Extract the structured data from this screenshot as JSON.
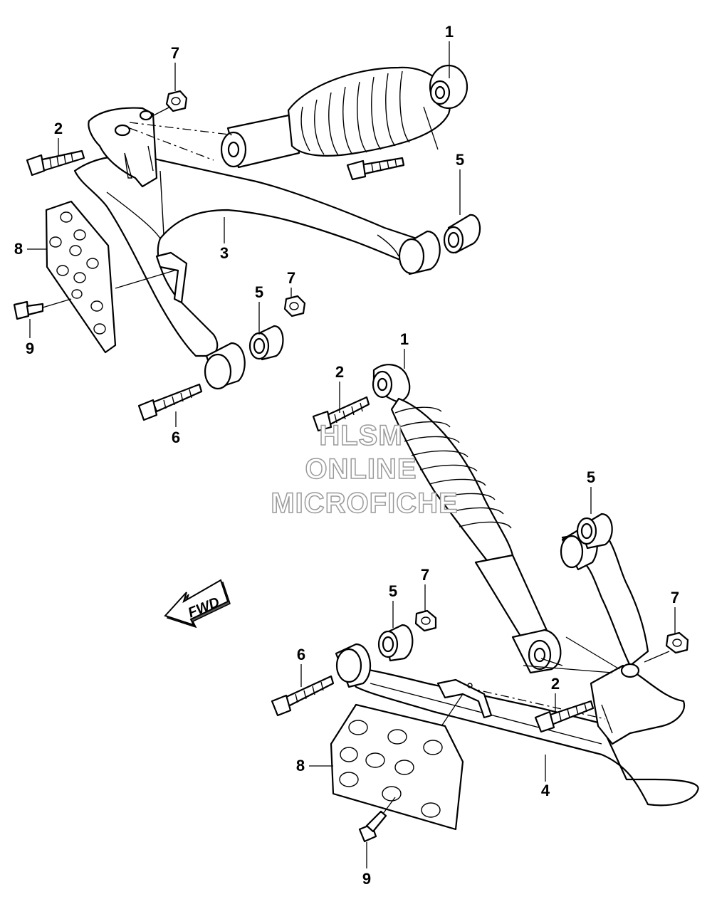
{
  "callouts": {
    "c1a": "1",
    "c2a": "2",
    "c3": "3",
    "c5a": "5",
    "c5b": "5",
    "c6a": "6",
    "c7a": "7",
    "c7b": "7",
    "c8a": "8",
    "c9a": "9",
    "c1b": "1",
    "c2b": "2",
    "c2c": "2",
    "c4": "4",
    "c5c": "5",
    "c5d": "5",
    "c6b": "6",
    "c7c": "7",
    "c7d": "7",
    "c8b": "8",
    "c9b": "9"
  },
  "watermark": {
    "line1": "HLSM",
    "line2": "ONLINE",
    "line3": "MICROFICHE"
  },
  "direction_arrow": {
    "label": "FWD"
  }
}
